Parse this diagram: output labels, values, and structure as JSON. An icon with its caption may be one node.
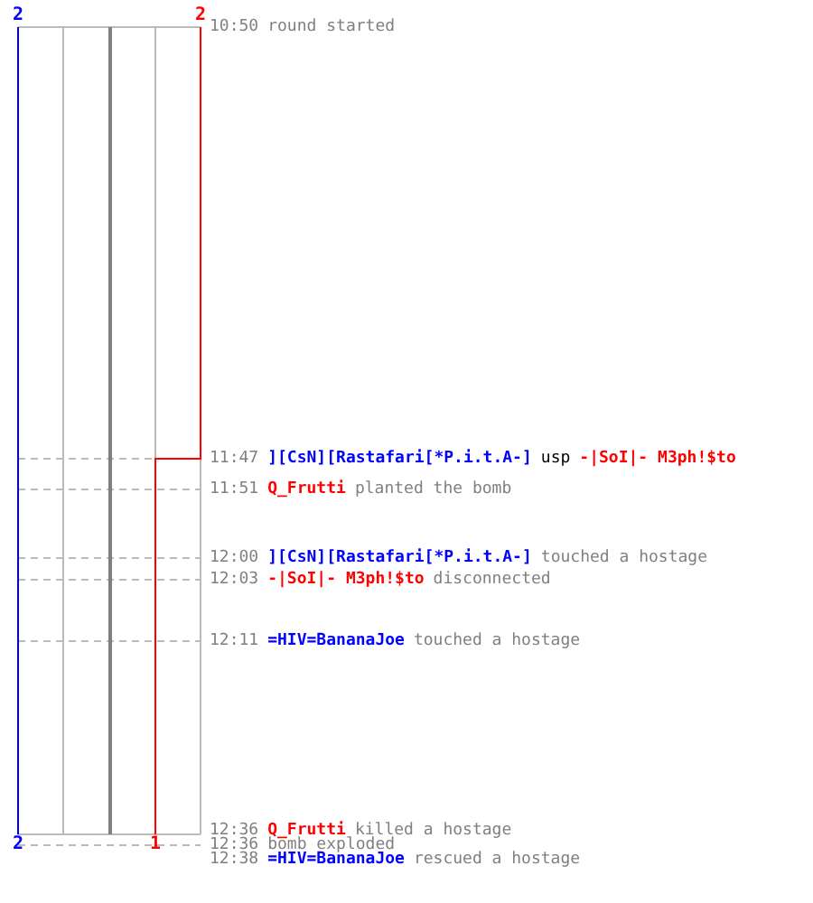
{
  "diagram": {
    "labels": [
      "2",
      "2",
      "10:50",
      "round started",
      "11:47",
      "][CsN][Rastafari[*P.i.t.A-]",
      "usp",
      "-|SoI|- M3ph!$to",
      "11:51",
      "Q_Frutti",
      "planted the bomb",
      "12:00",
      "][CsN][Rastafari[*P.i.t.A-]",
      "touched a hostage",
      "12:03",
      "-|SoI|- M3ph!$to",
      "disconnected",
      "12:11",
      "=HIV=BananaJoe",
      "touched a hostage",
      "12:36",
      "Q_Frutti",
      "killed a hostage",
      "2",
      "1",
      "12:36",
      "bomb exploded",
      "12:38",
      "=HIV=BananaJoe",
      "rescued a hostage"
    ]
  }
}
